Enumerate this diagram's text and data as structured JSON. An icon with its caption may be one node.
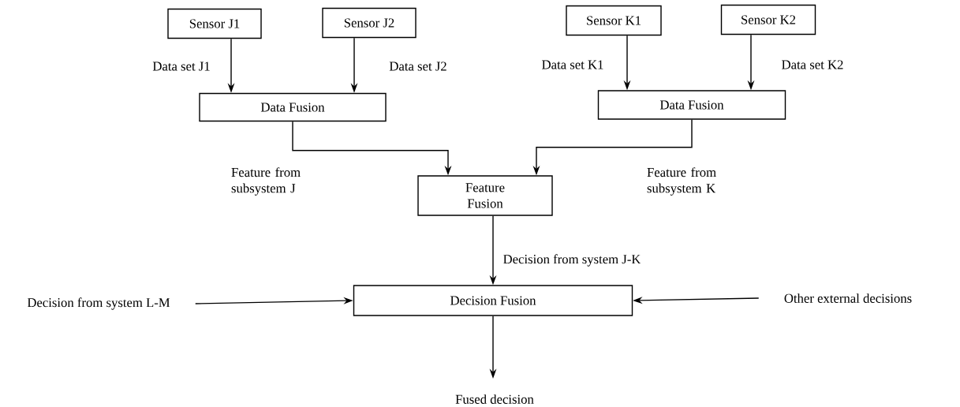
{
  "diagram": {
    "nodes": [
      {
        "text": [
          "Sensor J1"
        ]
      },
      {
        "text": [
          "Sensor J2"
        ]
      },
      {
        "text": [
          "Sensor K1"
        ]
      },
      {
        "text": [
          "Sensor K2"
        ]
      },
      {
        "text": [
          "Data Fusion"
        ]
      },
      {
        "text": [
          "Data Fusion"
        ]
      },
      {
        "text": [
          "Feature Fusion"
        ]
      },
      {
        "text": [
          "Decision from system L-M"
        ]
      },
      {
        "text": [
          "Decision Fusion"
        ]
      },
      {
        "text": [
          "Other external decisions"
        ]
      },
      {
        "text": [
          "Fused decision"
        ]
      }
    ],
    "edges": [
      {
        "from": 0,
        "to": 4,
        "arrow": "to",
        "label": "Data set J1"
      },
      {
        "from": 1,
        "to": 4,
        "arrow": "to",
        "label": "Data set J2"
      },
      {
        "from": 2,
        "to": 5,
        "arrow": "to",
        "label": "Data set K1"
      },
      {
        "from": 3,
        "to": 5,
        "arrow": "to",
        "label": "Data set K2"
      },
      {
        "from": 4,
        "to": 6,
        "arrow": "to",
        "label": "Feature from subsystem J"
      },
      {
        "from": 5,
        "to": 6,
        "arrow": "to",
        "label": "Feature from subsystem K"
      },
      {
        "from": 6,
        "to": 8,
        "arrow": "to",
        "label": "Decision from system J-K"
      },
      {
        "from": 7,
        "to": 8,
        "arrow": "to"
      },
      {
        "from": 9,
        "to": 8,
        "arrow": "to"
      },
      {
        "from": 8,
        "to": 10,
        "arrow": "to"
      }
    ]
  }
}
